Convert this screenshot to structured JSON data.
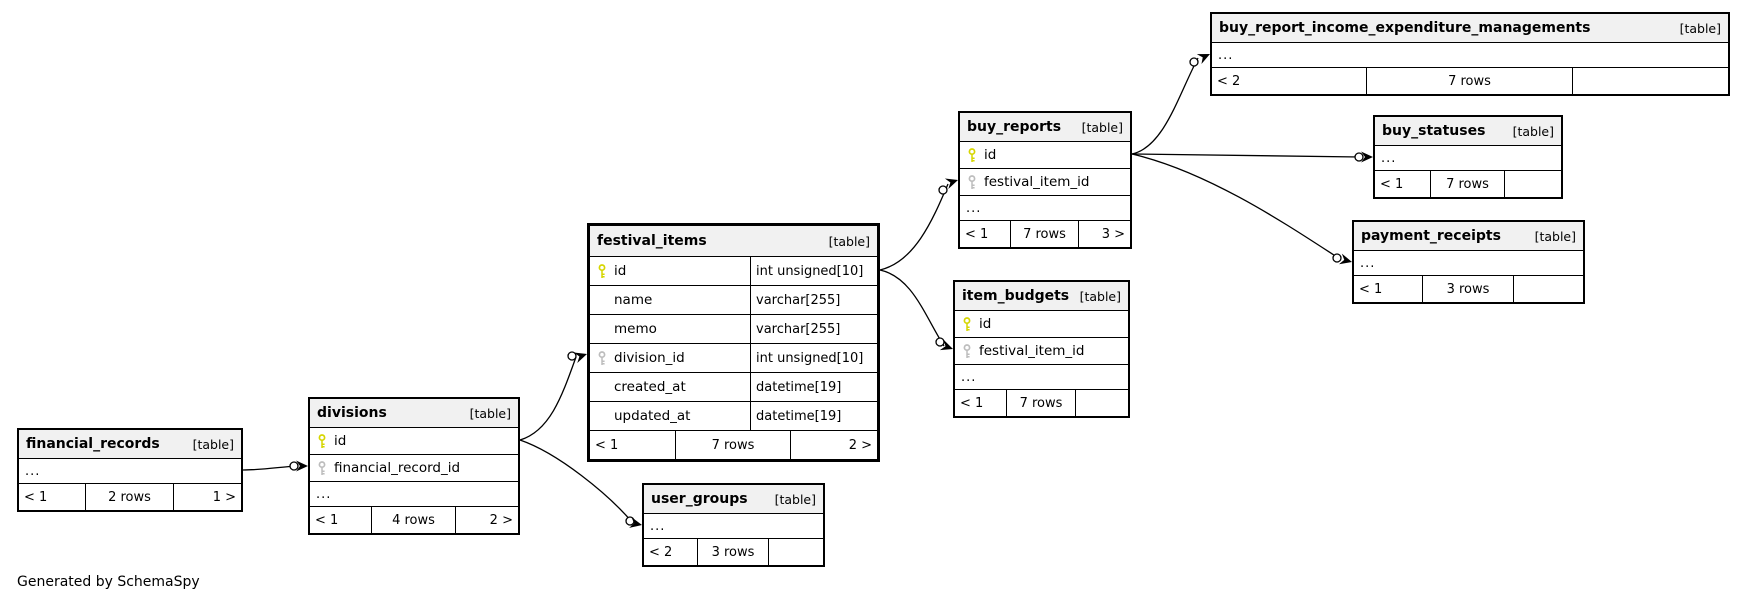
{
  "app": {
    "generated_by": "Generated by SchemaSpy"
  },
  "colors": {
    "primary_key_icon": "#d6d600",
    "foreign_key_icon": "#bdbdbd",
    "table_header_bg": "#f1f1f1",
    "border": "#000000",
    "background": "#ffffff"
  },
  "tables": {
    "financial_records": {
      "name": "financial_records",
      "tag": "[table]",
      "ellipsis": "...",
      "footer": {
        "left": "< 1",
        "center": "2 rows",
        "right": "1 >"
      }
    },
    "divisions": {
      "name": "divisions",
      "tag": "[table]",
      "ellipsis": "...",
      "columns": [
        {
          "name": "id",
          "key": "primary"
        },
        {
          "name": "financial_record_id",
          "key": "foreign"
        }
      ],
      "footer": {
        "left": "< 1",
        "center": "4 rows",
        "right": "2 >"
      }
    },
    "festival_items": {
      "name": "festival_items",
      "tag": "[table]",
      "columns": [
        {
          "name": "id",
          "type": "int unsigned[10]",
          "key": "primary"
        },
        {
          "name": "name",
          "type": "varchar[255]",
          "key": "none"
        },
        {
          "name": "memo",
          "type": "varchar[255]",
          "key": "none"
        },
        {
          "name": "division_id",
          "type": "int unsigned[10]",
          "key": "foreign"
        },
        {
          "name": "created_at",
          "type": "datetime[19]",
          "key": "none"
        },
        {
          "name": "updated_at",
          "type": "datetime[19]",
          "key": "none"
        }
      ],
      "footer": {
        "left": "< 1",
        "center": "7 rows",
        "right": "2 >"
      }
    },
    "user_groups": {
      "name": "user_groups",
      "tag": "[table]",
      "ellipsis": "...",
      "footer": {
        "left": "< 2",
        "center": "3 rows",
        "right": ""
      }
    },
    "buy_reports": {
      "name": "buy_reports",
      "tag": "[table]",
      "ellipsis": "...",
      "columns": [
        {
          "name": "id",
          "key": "primary"
        },
        {
          "name": "festival_item_id",
          "key": "foreign"
        }
      ],
      "footer": {
        "left": "< 1",
        "center": "7 rows",
        "right": "3 >"
      }
    },
    "item_budgets": {
      "name": "item_budgets",
      "tag": "[table]",
      "ellipsis": "...",
      "columns": [
        {
          "name": "id",
          "key": "primary"
        },
        {
          "name": "festival_item_id",
          "key": "foreign"
        }
      ],
      "footer": {
        "left": "< 1",
        "center": "7 rows",
        "right": ""
      }
    },
    "buy_report_income_expenditure_managements": {
      "name": "buy_report_income_expenditure_managements",
      "tag": "[table]",
      "ellipsis": "...",
      "footer": {
        "left": "< 2",
        "center": "7 rows",
        "right": ""
      }
    },
    "buy_statuses": {
      "name": "buy_statuses",
      "tag": "[table]",
      "ellipsis": "...",
      "footer": {
        "left": "< 1",
        "center": "7 rows",
        "right": ""
      }
    },
    "payment_receipts": {
      "name": "payment_receipts",
      "tag": "[table]",
      "ellipsis": "...",
      "footer": {
        "left": "< 1",
        "center": "3 rows",
        "right": ""
      }
    }
  },
  "relationships": [
    {
      "parent": "financial_records",
      "child": "divisions.financial_record_id"
    },
    {
      "parent": "divisions.id",
      "child": "festival_items.division_id"
    },
    {
      "parent": "divisions.id",
      "child": "user_groups"
    },
    {
      "parent": "festival_items.id",
      "child": "buy_reports.festival_item_id"
    },
    {
      "parent": "festival_items.id",
      "child": "item_budgets.festival_item_id"
    },
    {
      "parent": "buy_reports.id",
      "child": "buy_report_income_expenditure_managements"
    },
    {
      "parent": "buy_reports.id",
      "child": "buy_statuses"
    },
    {
      "parent": "buy_reports.id",
      "child": "payment_receipts"
    }
  ]
}
